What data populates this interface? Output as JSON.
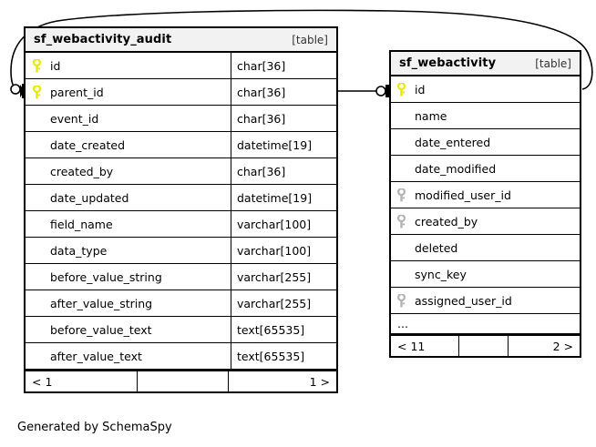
{
  "diagram": {
    "caption": "Generated by SchemaSpy",
    "background": "#ffffff",
    "line_color": "#000000",
    "header_background": "#f2f2f2",
    "pk_key_color": "#e8e800",
    "fk_key_color": "#b3b3b3"
  },
  "tables": [
    {
      "id": "audit",
      "name": "sf_webactivity_audit",
      "kind": "[table]",
      "columns": [
        {
          "name": "id",
          "type": "char[36]",
          "key": "primary"
        },
        {
          "name": "parent_id",
          "type": "char[36]",
          "key": "primary"
        },
        {
          "name": "event_id",
          "type": "char[36]",
          "key": "none"
        },
        {
          "name": "date_created",
          "type": "datetime[19]",
          "key": "none"
        },
        {
          "name": "created_by",
          "type": "char[36]",
          "key": "none"
        },
        {
          "name": "date_updated",
          "type": "datetime[19]",
          "key": "none"
        },
        {
          "name": "field_name",
          "type": "varchar[100]",
          "key": "none"
        },
        {
          "name": "data_type",
          "type": "varchar[100]",
          "key": "none"
        },
        {
          "name": "before_value_string",
          "type": "varchar[255]",
          "key": "none"
        },
        {
          "name": "after_value_string",
          "type": "varchar[255]",
          "key": "none"
        },
        {
          "name": "before_value_text",
          "type": "text[65535]",
          "key": "none"
        },
        {
          "name": "after_value_text",
          "type": "text[65535]",
          "key": "none"
        }
      ],
      "truncated": false,
      "ellipsis": "",
      "pager": {
        "prev": "< 1",
        "mid": "",
        "next": "1 >"
      }
    },
    {
      "id": "webactivity",
      "name": "sf_webactivity",
      "kind": "[table]",
      "columns": [
        {
          "name": "id",
          "type": "",
          "key": "primary"
        },
        {
          "name": "name",
          "type": "",
          "key": "none"
        },
        {
          "name": "date_entered",
          "type": "",
          "key": "none"
        },
        {
          "name": "date_modified",
          "type": "",
          "key": "none"
        },
        {
          "name": "modified_user_id",
          "type": "",
          "key": "foreign"
        },
        {
          "name": "created_by",
          "type": "",
          "key": "foreign"
        },
        {
          "name": "deleted",
          "type": "",
          "key": "none"
        },
        {
          "name": "sync_key",
          "type": "",
          "key": "none"
        },
        {
          "name": "assigned_user_id",
          "type": "",
          "key": "foreign"
        }
      ],
      "truncated": true,
      "ellipsis": "...",
      "pager": {
        "prev": "< 11",
        "mid": "",
        "next": "2 >"
      }
    }
  ],
  "relationships": [
    {
      "name": "audit-parent-to-webactivity-id",
      "from_table": "sf_webactivity_audit",
      "from_column": "parent_id",
      "to_table": "sf_webactivity",
      "to_column": "id",
      "style": "straight",
      "from_marker": "none",
      "to_marker": "zero-or-one"
    },
    {
      "name": "webactivity-id-to-audit-parent",
      "from_table": "sf_webactivity",
      "from_column": "id",
      "to_table": "sf_webactivity_audit",
      "to_column": "parent_id",
      "style": "curved-overhead",
      "from_marker": "none",
      "to_marker": "zero-or-one-arrow"
    }
  ]
}
